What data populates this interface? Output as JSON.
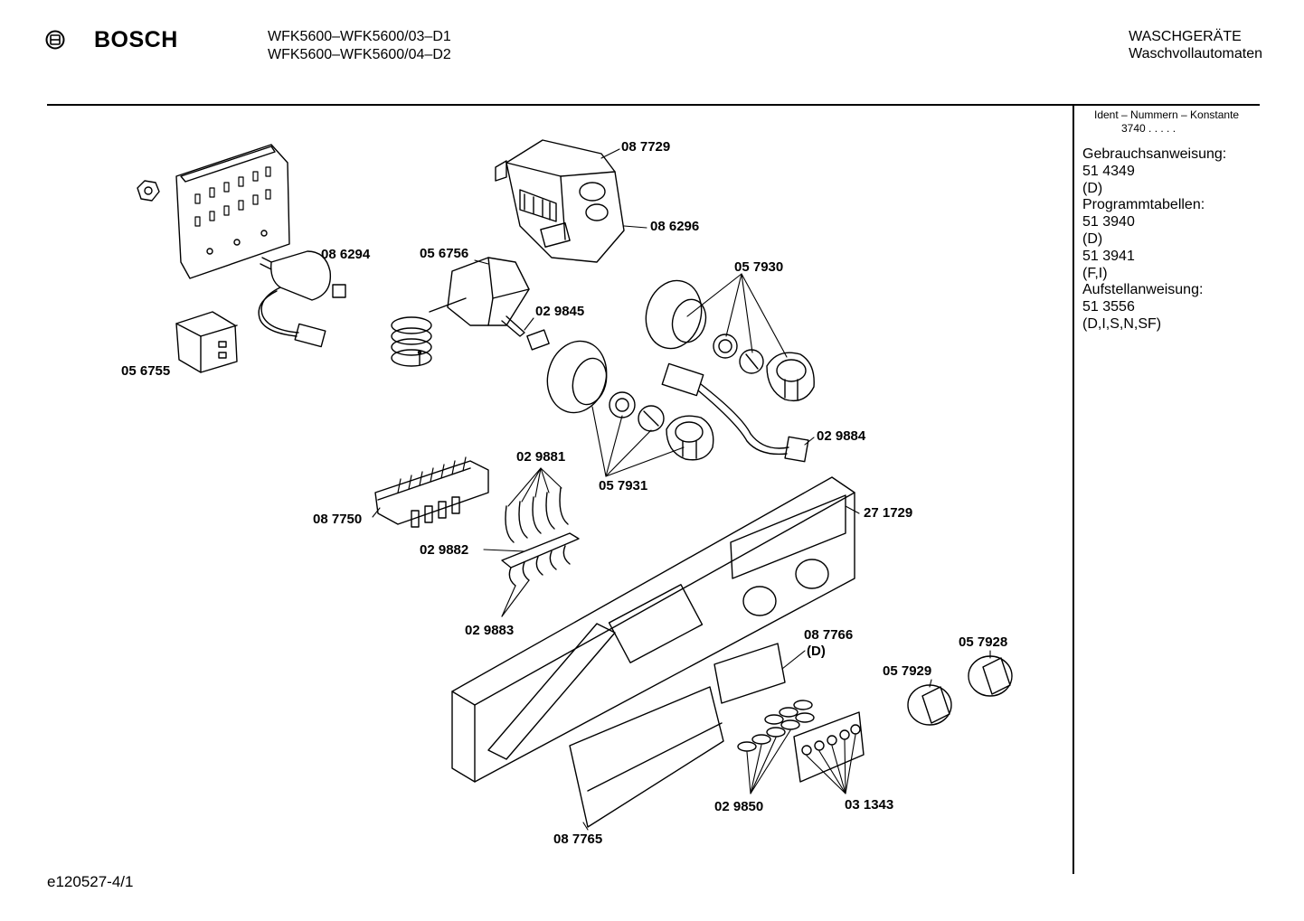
{
  "header": {
    "brand": "BOSCH",
    "models": [
      "WFK5600–WFK5600/03–D1",
      "WFK5600–WFK5600/04–D2"
    ],
    "category": [
      "WASCHGERÄTE",
      "Waschvollautomaten"
    ]
  },
  "sidebar": {
    "ident_label": "Ident – Nummern – Konstante",
    "ident_value": "3740  .  .  .  .  .",
    "docs": [
      "Gebrauchsanweisung:",
      "51 4349",
      "(D)",
      "Programmtabellen:",
      "51 3940",
      "(D)",
      "51 3941",
      "(F,I)",
      "Aufstellanweisung:",
      "51 3556",
      "(D,I,S,N,SF)"
    ]
  },
  "parts": {
    "p087729": "08 7729",
    "p086296": "08 6296",
    "p086294": "08 6294",
    "p056756": "05 6756",
    "p057930": "05 7930",
    "p029845": "02 9845",
    "p056755": "05 6755",
    "p029884": "02 9884",
    "p029881": "02 9881",
    "p057931": "05 7931",
    "p087750": "08 7750",
    "p271729": "27 1729",
    "p029882": "02 9882",
    "p029883": "02 9883",
    "p087766": "08 7766",
    "p087766_variant": "(D)",
    "p057928": "05 7928",
    "p057929": "05 7929",
    "p029850": "02 9850",
    "p031343": "03 1343",
    "p087765": "08 7765"
  },
  "footer": {
    "code": "e120527-4/1"
  }
}
